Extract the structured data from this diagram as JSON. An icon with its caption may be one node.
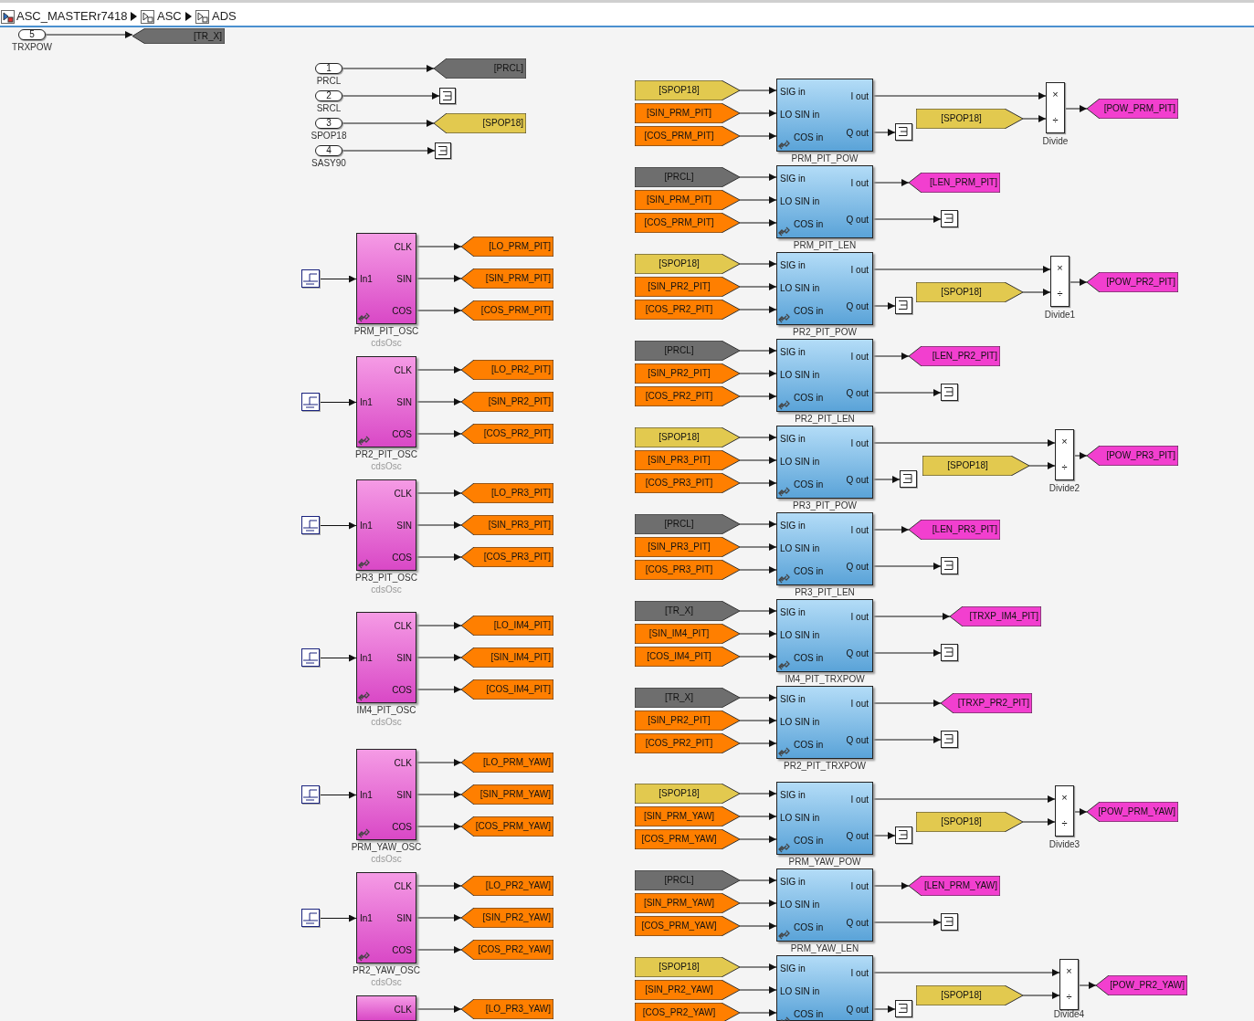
{
  "diagram": {
    "nodes": [
      {
        "text": [
          "5"
        ],
        "beside": [
          "TRXPOW"
        ]
      },
      {
        "text": [
          "[TR_X]"
        ]
      },
      {
        "text": [
          "1"
        ],
        "beside": [
          "PRCL"
        ]
      },
      {
        "text": [
          "[PRCL]"
        ]
      },
      {
        "text": [
          "2"
        ],
        "beside": [
          "SRCL"
        ]
      },
      {
        "text": [],
        "shape": "box"
      },
      {
        "text": [
          "3"
        ],
        "beside": [
          "SPOP18"
        ]
      },
      {
        "text": [
          "[SPOP18]"
        ]
      },
      {
        "text": [
          "4"
        ],
        "beside": [
          "SASY90"
        ]
      },
      {
        "text": [],
        "shape": "box"
      },
      {
        "text": [
          "CLK",
          "In1",
          "SIN",
          "COS"
        ],
        "beside": [
          "PRM_PIT_OSC",
          "cdsOsc"
        ]
      },
      {
        "text": [],
        "shape": "box"
      },
      {
        "text": [
          "[LO_PRM_PIT]"
        ]
      },
      {
        "text": [
          "[SIN_PRM_PIT]"
        ]
      },
      {
        "text": [
          "[COS_PRM_PIT]"
        ]
      },
      {
        "text": [
          "CLK",
          "In1",
          "SIN",
          "COS"
        ],
        "beside": [
          "PR2_PIT_OSC",
          "cdsOsc"
        ]
      },
      {
        "text": [],
        "shape": "box"
      },
      {
        "text": [
          "[LO_PR2_PIT]"
        ]
      },
      {
        "text": [
          "[SIN_PR2_PIT]"
        ]
      },
      {
        "text": [
          "[COS_PR2_PIT]"
        ]
      },
      {
        "text": [
          "CLK",
          "In1",
          "SIN",
          "COS"
        ],
        "beside": [
          "PR3_PIT_OSC",
          "cdsOsc"
        ]
      },
      {
        "text": [],
        "shape": "box"
      },
      {
        "text": [
          "[LO_PR3_PIT]"
        ]
      },
      {
        "text": [
          "[SIN_PR3_PIT]"
        ]
      },
      {
        "text": [
          "[COS_PR3_PIT]"
        ]
      },
      {
        "text": [
          "CLK",
          "In1",
          "SIN",
          "COS"
        ],
        "beside": [
          "IM4_PIT_OSC",
          "cdsOsc"
        ]
      },
      {
        "text": [],
        "shape": "box"
      },
      {
        "text": [
          "[LO_IM4_PIT]"
        ]
      },
      {
        "text": [
          "[SIN_IM4_PIT]"
        ]
      },
      {
        "text": [
          "[COS_IM4_PIT]"
        ]
      },
      {
        "text": [
          "CLK",
          "In1",
          "SIN",
          "COS"
        ],
        "beside": [
          "PRM_YAW_OSC",
          "cdsOsc"
        ]
      },
      {
        "text": [],
        "shape": "box"
      },
      {
        "text": [
          "[LO_PRM_YAW]"
        ]
      },
      {
        "text": [
          "[SIN_PRM_YAW]"
        ]
      },
      {
        "text": [
          "[COS_PRM_YAW]"
        ]
      },
      {
        "text": [
          "CLK",
          "In1",
          "SIN",
          "COS"
        ],
        "beside": [
          "PR2_YAW_OSC",
          "cdsOsc"
        ]
      },
      {
        "text": [],
        "shape": "box"
      },
      {
        "text": [
          "[LO_PR2_YAW]"
        ]
      },
      {
        "text": [
          "[SIN_PR2_YAW]"
        ]
      },
      {
        "text": [
          "[COS_PR2_YAW]"
        ]
      },
      {
        "text": [
          "CLK"
        ]
      },
      {
        "text": [
          "[LO_PR3_YAW]"
        ]
      },
      {
        "text": [
          "SIG in",
          "LO SIN in",
          "COS in",
          "I out",
          "Q out"
        ],
        "beside": [
          "PRM_PIT_POW"
        ]
      },
      {
        "text": [
          "[SPOP18]"
        ]
      },
      {
        "text": [
          "[SIN_PRM_PIT]"
        ]
      },
      {
        "text": [
          "[COS_PRM_PIT]"
        ]
      },
      {
        "text": [
          "[SPOP18]"
        ]
      },
      {
        "text": [
          "×",
          "÷"
        ],
        "beside": [
          "Divide"
        ]
      },
      {
        "text": [
          "[POW_PRM_PIT]"
        ]
      },
      {
        "text": [],
        "shape": "box"
      },
      {
        "text": [
          "SIG in",
          "LO SIN in",
          "COS in",
          "I out",
          "Q out"
        ],
        "beside": [
          "PRM_PIT_LEN"
        ]
      },
      {
        "text": [
          "[PRCL]"
        ]
      },
      {
        "text": [
          "[SIN_PRM_PIT]"
        ]
      },
      {
        "text": [
          "[COS_PRM_PIT]"
        ]
      },
      {
        "text": [
          "[LEN_PRM_PIT]"
        ]
      },
      {
        "text": [],
        "shape": "box"
      },
      {
        "text": [
          "SIG in",
          "LO SIN in",
          "COS in",
          "I out",
          "Q out"
        ],
        "beside": [
          "PR2_PIT_POW"
        ]
      },
      {
        "text": [
          "[SPOP18]"
        ]
      },
      {
        "text": [
          "[SIN_PR2_PIT]"
        ]
      },
      {
        "text": [
          "[COS_PR2_PIT]"
        ]
      },
      {
        "text": [
          "[SPOP18]"
        ]
      },
      {
        "text": [
          "×",
          "÷"
        ],
        "beside": [
          "Divide1"
        ]
      },
      {
        "text": [
          "[POW_PR2_PIT]"
        ]
      },
      {
        "text": [],
        "shape": "box"
      },
      {
        "text": [
          "SIG in",
          "LO SIN in",
          "COS in",
          "I out",
          "Q out"
        ],
        "beside": [
          "PR2_PIT_LEN"
        ]
      },
      {
        "text": [
          "[PRCL]"
        ]
      },
      {
        "text": [
          "[SIN_PR2_PIT]"
        ]
      },
      {
        "text": [
          "[COS_PR2_PIT]"
        ]
      },
      {
        "text": [
          "[LEN_PR2_PIT]"
        ]
      },
      {
        "text": [],
        "shape": "box"
      },
      {
        "text": [
          "SIG in",
          "LO SIN in",
          "COS in",
          "I out",
          "Q out"
        ],
        "beside": [
          "PR3_PIT_POW"
        ]
      },
      {
        "text": [
          "[SPOP18]"
        ]
      },
      {
        "text": [
          "[SIN_PR3_PIT]"
        ]
      },
      {
        "text": [
          "[COS_PR3_PIT]"
        ]
      },
      {
        "text": [
          "[SPOP18]"
        ]
      },
      {
        "text": [
          "×",
          "÷"
        ],
        "beside": [
          "Divide2"
        ]
      },
      {
        "text": [
          "[POW_PR3_PIT]"
        ]
      },
      {
        "text": [],
        "shape": "box"
      },
      {
        "text": [
          "SIG in",
          "LO SIN in",
          "COS in",
          "I out",
          "Q out"
        ],
        "beside": [
          "PR3_PIT_LEN"
        ]
      },
      {
        "text": [
          "[PRCL]"
        ]
      },
      {
        "text": [
          "[SIN_PR3_PIT]"
        ]
      },
      {
        "text": [
          "[COS_PR3_PIT]"
        ]
      },
      {
        "text": [
          "[LEN_PR3_PIT]"
        ]
      },
      {
        "text": [],
        "shape": "box"
      },
      {
        "text": [
          "SIG in",
          "LO SIN in",
          "COS in",
          "I out",
          "Q out"
        ],
        "beside": [
          "IM4_PIT_TRXPOW"
        ]
      },
      {
        "text": [
          "[TR_X]"
        ]
      },
      {
        "text": [
          "[SIN_IM4_PIT]"
        ]
      },
      {
        "text": [
          "[COS_IM4_PIT]"
        ]
      },
      {
        "text": [
          "[TRXP_IM4_PIT]"
        ]
      },
      {
        "text": [],
        "shape": "box"
      },
      {
        "text": [
          "SIG in",
          "LO SIN in",
          "COS in",
          "I out",
          "Q out"
        ],
        "beside": [
          "PR2_PIT_TRXPOW"
        ]
      },
      {
        "text": [
          "[TR_X]"
        ]
      },
      {
        "text": [
          "[SIN_PR2_PIT]"
        ]
      },
      {
        "text": [
          "[COS_PR2_PIT]"
        ]
      },
      {
        "text": [
          "[TRXP_PR2_PIT]"
        ]
      },
      {
        "text": [],
        "shape": "box"
      },
      {
        "text": [
          "SIG in",
          "LO SIN in",
          "COS in",
          "I out",
          "Q out"
        ],
        "beside": [
          "PRM_YAW_POW"
        ]
      },
      {
        "text": [
          "[SPOP18]"
        ]
      },
      {
        "text": [
          "[SIN_PRM_YAW]"
        ]
      },
      {
        "text": [
          "[COS_PRM_YAW]"
        ]
      },
      {
        "text": [
          "[SPOP18]"
        ]
      },
      {
        "text": [
          "×",
          "÷"
        ],
        "beside": [
          "Divide3"
        ]
      },
      {
        "text": [
          "[POW_PRM_YAW]"
        ]
      },
      {
        "text": [],
        "shape": "box"
      },
      {
        "text": [
          "SIG in",
          "LO SIN in",
          "COS in",
          "I out",
          "Q out"
        ],
        "beside": [
          "PRM_YAW_LEN"
        ]
      },
      {
        "text": [
          "[PRCL]"
        ]
      },
      {
        "text": [
          "[SIN_PRM_YAW]"
        ]
      },
      {
        "text": [
          "[COS_PRM_YAW]"
        ]
      },
      {
        "text": [
          "[LEN_PRM_YAW]"
        ]
      },
      {
        "text": [],
        "shape": "box"
      },
      {
        "text": [
          "SIG in",
          "LO SIN in",
          "COS in",
          "I out",
          "Q out"
        ]
      },
      {
        "text": [
          "[SPOP18]"
        ]
      },
      {
        "text": [
          "[SIN_PR2_YAW]"
        ]
      },
      {
        "text": [
          "[COS_PR2_YAW]"
        ]
      },
      {
        "text": [
          "[SPOP18]"
        ]
      },
      {
        "text": [
          "×",
          "÷"
        ],
        "beside": [
          "Divide4"
        ]
      },
      {
        "text": [
          "[POW_PR2_YAW]"
        ]
      },
      {
        "text": [],
        "shape": "box"
      }
    ],
    "edges": [
      {
        "from": 0,
        "to": 1,
        "arrow": "to"
      },
      {
        "from": 2,
        "to": 3,
        "arrow": "to"
      },
      {
        "from": 4,
        "to": 5,
        "arrow": "to"
      },
      {
        "from": 6,
        "to": 7,
        "arrow": "to"
      },
      {
        "from": 8,
        "to": 9,
        "arrow": "to"
      },
      {
        "from": 11,
        "to": 10,
        "arrow": "to"
      },
      {
        "from": 10,
        "to": 12,
        "arrow": "to"
      },
      {
        "from": 10,
        "to": 13,
        "arrow": "to"
      },
      {
        "from": 10,
        "to": 14,
        "arrow": "to"
      },
      {
        "from": 16,
        "to": 15,
        "arrow": "to"
      },
      {
        "from": 15,
        "to": 17,
        "arrow": "to"
      },
      {
        "from": 15,
        "to": 18,
        "arrow": "to"
      },
      {
        "from": 15,
        "to": 19,
        "arrow": "to"
      },
      {
        "from": 21,
        "to": 20,
        "arrow": "to"
      },
      {
        "from": 20,
        "to": 22,
        "arrow": "to"
      },
      {
        "from": 20,
        "to": 23,
        "arrow": "to"
      },
      {
        "from": 20,
        "to": 24,
        "arrow": "to"
      },
      {
        "from": 26,
        "to": 25,
        "arrow": "to"
      },
      {
        "from": 25,
        "to": 27,
        "arrow": "to"
      },
      {
        "from": 25,
        "to": 28,
        "arrow": "to"
      },
      {
        "from": 25,
        "to": 29,
        "arrow": "to"
      },
      {
        "from": 31,
        "to": 30,
        "arrow": "to"
      },
      {
        "from": 30,
        "to": 32,
        "arrow": "to"
      },
      {
        "from": 30,
        "to": 33,
        "arrow": "to"
      },
      {
        "from": 30,
        "to": 34,
        "arrow": "to"
      },
      {
        "from": 36,
        "to": 35,
        "arrow": "to"
      },
      {
        "from": 35,
        "to": 37,
        "arrow": "to"
      },
      {
        "from": 35,
        "to": 38,
        "arrow": "to"
      },
      {
        "from": 35,
        "to": 39,
        "arrow": "to"
      },
      {
        "from": 40,
        "to": 41,
        "arrow": "to"
      },
      {
        "from": 43,
        "to": 42,
        "arrow": "to"
      },
      {
        "from": 44,
        "to": 42,
        "arrow": "to"
      },
      {
        "from": 45,
        "to": 42,
        "arrow": "to"
      },
      {
        "from": 42,
        "to": 47,
        "arrow": "to"
      },
      {
        "from": 46,
        "to": 47,
        "arrow": "to"
      },
      {
        "from": 47,
        "to": 48,
        "arrow": "to"
      },
      {
        "from": 42,
        "to": 49,
        "arrow": "to"
      },
      {
        "from": 51,
        "to": 50,
        "arrow": "to"
      },
      {
        "from": 52,
        "to": 50,
        "arrow": "to"
      },
      {
        "from": 53,
        "to": 50,
        "arrow": "to"
      },
      {
        "from": 50,
        "to": 54,
        "arrow": "to"
      },
      {
        "from": 50,
        "to": 55,
        "arrow": "to"
      },
      {
        "from": 57,
        "to": 56,
        "arrow": "to"
      },
      {
        "from": 58,
        "to": 56,
        "arrow": "to"
      },
      {
        "from": 59,
        "to": 56,
        "arrow": "to"
      },
      {
        "from": 56,
        "to": 61,
        "arrow": "to"
      },
      {
        "from": 60,
        "to": 61,
        "arrow": "to"
      },
      {
        "from": 61,
        "to": 62,
        "arrow": "to"
      },
      {
        "from": 56,
        "to": 63,
        "arrow": "to"
      },
      {
        "from": 65,
        "to": 64,
        "arrow": "to"
      },
      {
        "from": 66,
        "to": 64,
        "arrow": "to"
      },
      {
        "from": 67,
        "to": 64,
        "arrow": "to"
      },
      {
        "from": 64,
        "to": 68,
        "arrow": "to"
      },
      {
        "from": 64,
        "to": 69,
        "arrow": "to"
      },
      {
        "from": 71,
        "to": 70,
        "arrow": "to"
      },
      {
        "from": 72,
        "to": 70,
        "arrow": "to"
      },
      {
        "from": 73,
        "to": 70,
        "arrow": "to"
      },
      {
        "from": 70,
        "to": 75,
        "arrow": "to"
      },
      {
        "from": 74,
        "to": 75,
        "arrow": "to"
      },
      {
        "from": 75,
        "to": 76,
        "arrow": "to"
      },
      {
        "from": 70,
        "to": 77,
        "arrow": "to"
      },
      {
        "from": 79,
        "to": 78,
        "arrow": "to"
      },
      {
        "from": 80,
        "to": 78,
        "arrow": "to"
      },
      {
        "from": 81,
        "to": 78,
        "arrow": "to"
      },
      {
        "from": 78,
        "to": 82,
        "arrow": "to"
      },
      {
        "from": 78,
        "to": 83,
        "arrow": "to"
      },
      {
        "from": 85,
        "to": 84,
        "arrow": "to"
      },
      {
        "from": 86,
        "to": 84,
        "arrow": "to"
      },
      {
        "from": 87,
        "to": 84,
        "arrow": "to"
      },
      {
        "from": 84,
        "to": 88,
        "arrow": "to"
      },
      {
        "from": 84,
        "to": 89,
        "arrow": "to"
      },
      {
        "from": 91,
        "to": 90,
        "arrow": "to"
      },
      {
        "from": 92,
        "to": 90,
        "arrow": "to"
      },
      {
        "from": 93,
        "to": 90,
        "arrow": "to"
      },
      {
        "from": 90,
        "to": 94,
        "arrow": "to"
      },
      {
        "from": 90,
        "to": 95,
        "arrow": "to"
      },
      {
        "from": 97,
        "to": 96,
        "arrow": "to"
      },
      {
        "from": 98,
        "to": 96,
        "arrow": "to"
      },
      {
        "from": 99,
        "to": 96,
        "arrow": "to"
      },
      {
        "from": 96,
        "to": 101,
        "arrow": "to"
      },
      {
        "from": 100,
        "to": 101,
        "arrow": "to"
      },
      {
        "from": 101,
        "to": 102,
        "arrow": "to"
      },
      {
        "from": 96,
        "to": 103,
        "arrow": "to"
      },
      {
        "from": 105,
        "to": 104,
        "arrow": "to"
      },
      {
        "from": 106,
        "to": 104,
        "arrow": "to"
      },
      {
        "from": 107,
        "to": 104,
        "arrow": "to"
      },
      {
        "from": 104,
        "to": 108,
        "arrow": "to"
      },
      {
        "from": 104,
        "to": 109,
        "arrow": "to"
      },
      {
        "from": 111,
        "to": 110,
        "arrow": "to"
      },
      {
        "from": 112,
        "to": 110,
        "arrow": "to"
      },
      {
        "from": 113,
        "to": 110,
        "arrow": "to"
      },
      {
        "from": 110,
        "to": 115,
        "arrow": "to"
      },
      {
        "from": 114,
        "to": 115,
        "arrow": "to"
      },
      {
        "from": 115,
        "to": 116,
        "arrow": "to"
      },
      {
        "from": 110,
        "to": 117,
        "arrow": "to"
      }
    ],
    "labels": [
      "ASC_MASTERr7418",
      "ASC",
      "ADS"
    ]
  }
}
